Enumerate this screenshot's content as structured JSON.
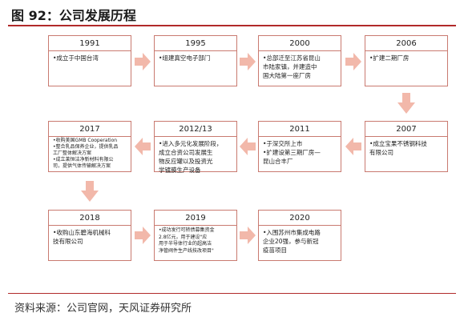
{
  "title": "图 92：公司发展历程",
  "source": "资料来源：公司官网，天风证券研究所",
  "colors": {
    "rule": "#b12a2a",
    "border": "#c97a70",
    "arrow": "#f2b8aa"
  },
  "milestones": [
    {
      "year": "1991",
      "text": "•成立于中国台湾"
    },
    {
      "year": "1995",
      "text": "•组建真空电子部门"
    },
    {
      "year": "2000",
      "text": "•总部迁至江苏省昆山\n市陆家镇，并建造中\n国大陆第一座厂房"
    },
    {
      "year": "2006",
      "text": "•扩建二期厂房"
    },
    {
      "year": "2007",
      "text": "•成立宝果不锈钢科技\n有限公司"
    },
    {
      "year": "2011",
      "text": "•于深交所上市\n•扩建设第三期厂房—\n昆山合丰厂"
    },
    {
      "year": "2012/13",
      "text": "•进入多元化发展阶段，\n成立合资公司发展生\n物反应罐以及投资光\n学镀膜生产设备"
    },
    {
      "year": "2017",
      "text": "•收购美国GMB Cooperation\n•整合乳品保养企业，提供乳品\n工厂整体解决方案\n•成立莱恒洁净新材料有限公\n司，提供气体传输解决方案"
    },
    {
      "year": "2018",
      "text": "•收购山东碧海机械科\n技有限公司"
    },
    {
      "year": "2019",
      "text": "•成功发行可转债募集资金\n2.8亿元，用于建设\"应\n用于半导体行业的超高洁\n净管阀件生产线技改项目\""
    },
    {
      "year": "2020",
      "text": "•入围苏州市集成电路\n企业20强，参与新冠\n疫苗项目"
    }
  ]
}
